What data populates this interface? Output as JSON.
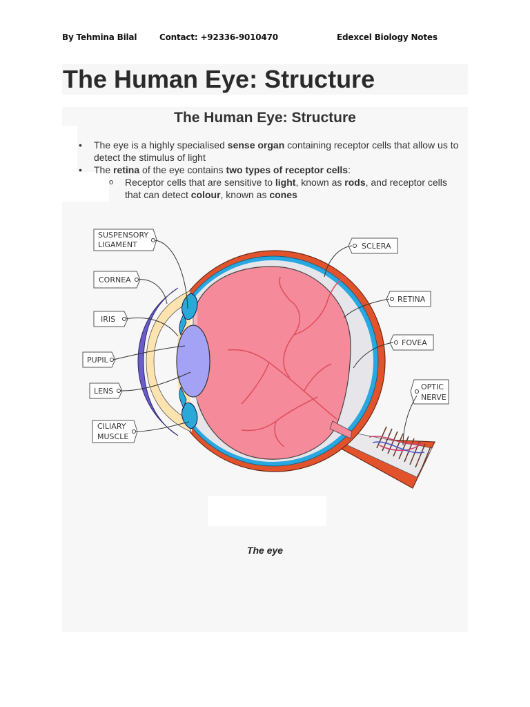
{
  "header": {
    "author": "By Tehmina Bilal",
    "contact": "Contact: +92336-9010470",
    "notes": "Edexcel Biology Notes"
  },
  "title": "The Human Eye: Structure",
  "panel": {
    "heading": "The Human Eye: Structure",
    "bullets": [
      {
        "parts": [
          "The eye is a highly specialised ",
          "sense organ",
          " containing receptor cells that allow us to detect the stimulus of light"
        ]
      },
      {
        "parts": [
          "The ",
          "retina",
          " of the eye contains ",
          "two types of receptor cells",
          ":"
        ]
      }
    ],
    "sub_bullet": {
      "parts": [
        "Receptor cells that are sensitive to ",
        "light",
        ", known as ",
        "rods",
        ", and receptor cells that can detect ",
        "colour",
        ", known as ",
        "cones"
      ]
    },
    "caption": "The eye"
  },
  "diagram": {
    "labels": {
      "suspensory_1": "SUSPENSORY",
      "suspensory_2": "LIGAMENT",
      "cornea": "CORNEA",
      "iris": "IRIS",
      "pupil": "PUPIL",
      "lens": "LENS",
      "ciliary_1": "CILIARY",
      "ciliary_2": "MUSCLE",
      "sclera": "SCLERA",
      "retina": "RETINA",
      "fovea": "FOVEA",
      "optic_1": "OPTIC",
      "optic_2": "NERVE"
    },
    "colors": {
      "sclera": "#e2532b",
      "choroid": "#29a7e0",
      "retina_fill": "#f58a9a",
      "vessels": "#e0505f",
      "lens": "#a4a2f5",
      "cornea": "#6a5dc8",
      "aqueous": "#fde3b0",
      "ciliary": "#2aa8d8"
    }
  }
}
